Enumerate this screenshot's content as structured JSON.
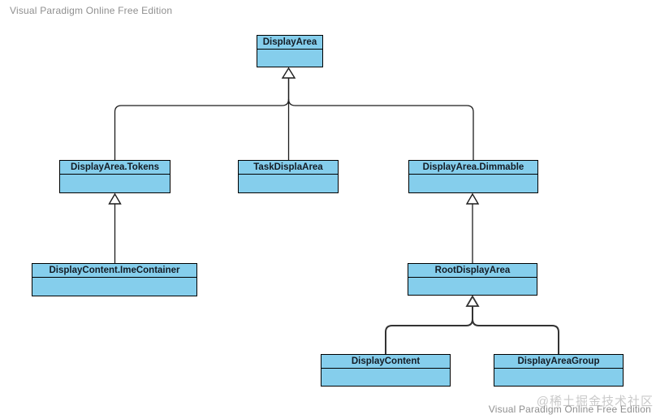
{
  "watermarks": {
    "top_left": "Visual Paradigm Online Free Edition",
    "bottom_right": "Visual Paradigm Online Free Edition",
    "community": "@稀土掘金技术社区"
  },
  "diagram": {
    "type": "uml-class-diagram",
    "colors": {
      "node-fill": "#85ceec",
      "node-border": "#000000",
      "node-title-text": "#131b24",
      "connector": "#1c1c1c",
      "connector-bold": "#333333",
      "watermark-gray": "#8f8f8f",
      "community-gray": "#c9c9c9"
    },
    "classes": [
      {
        "name": "DisplayArea"
      },
      {
        "name": "DisplayArea.Tokens"
      },
      {
        "name": "TaskDisplaArea"
      },
      {
        "name": "DisplayArea.Dimmable"
      },
      {
        "name": "DisplayContent.ImeContainer"
      },
      {
        "name": "RootDisplayArea"
      },
      {
        "name": "DisplayContent"
      },
      {
        "name": "DisplayAreaGroup"
      }
    ],
    "relations": [
      {
        "child": "DisplayArea.Tokens",
        "parent": "DisplayArea",
        "type": "generalization"
      },
      {
        "child": "TaskDisplaArea",
        "parent": "DisplayArea",
        "type": "generalization"
      },
      {
        "child": "DisplayArea.Dimmable",
        "parent": "DisplayArea",
        "type": "generalization"
      },
      {
        "child": "DisplayContent.ImeContainer",
        "parent": "DisplayArea.Tokens",
        "type": "generalization"
      },
      {
        "child": "RootDisplayArea",
        "parent": "DisplayArea.Dimmable",
        "type": "generalization"
      },
      {
        "child": "DisplayContent",
        "parent": "RootDisplayArea",
        "type": "generalization"
      },
      {
        "child": "DisplayAreaGroup",
        "parent": "RootDisplayArea",
        "type": "generalization"
      }
    ]
  }
}
